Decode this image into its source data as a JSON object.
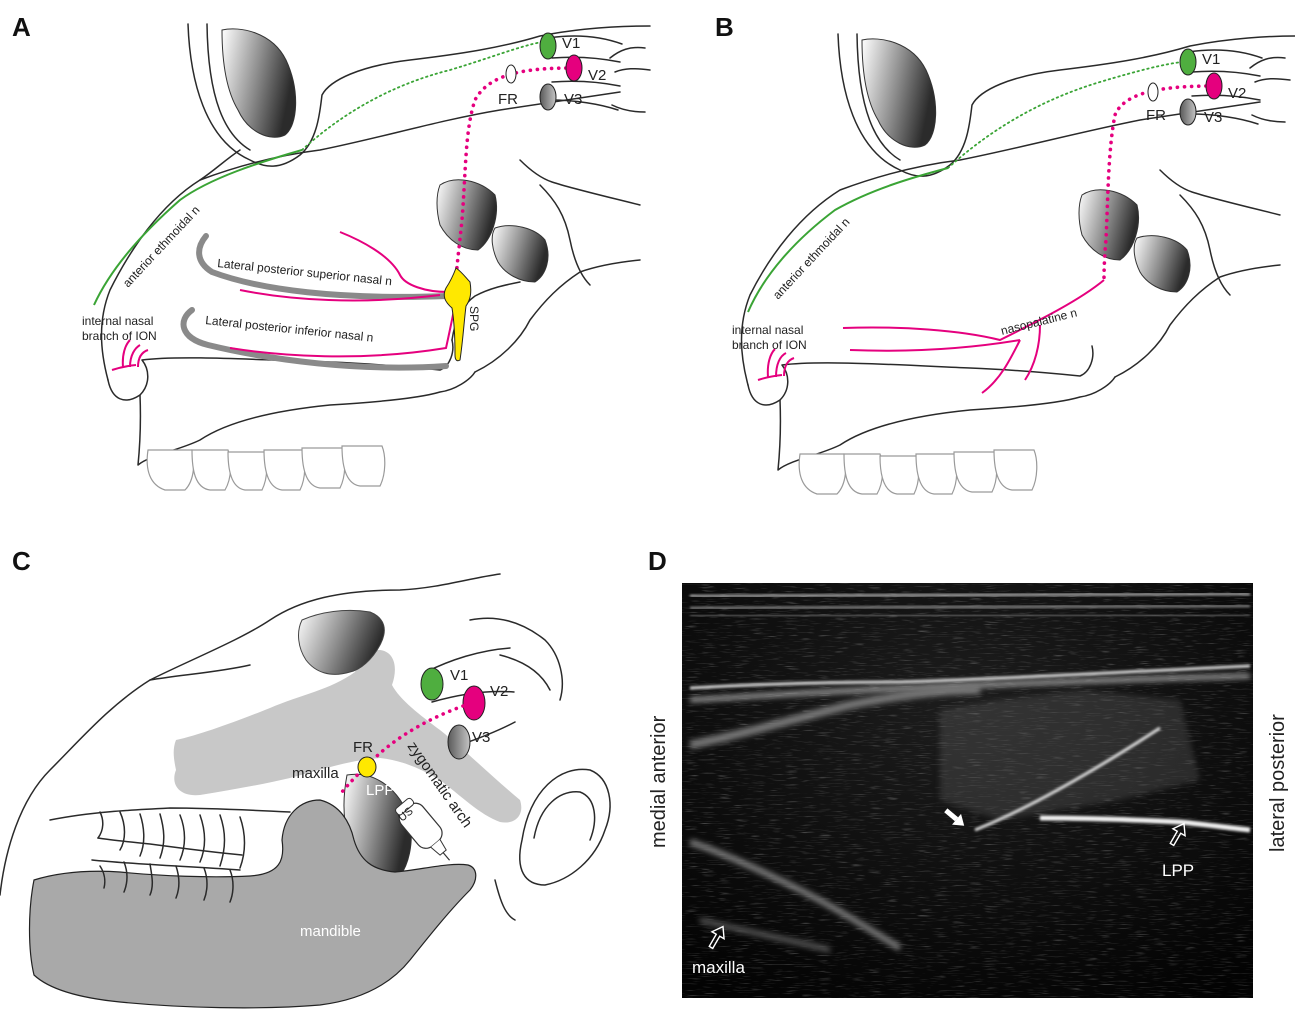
{
  "panels": {
    "A": {
      "label": "A",
      "nerves": {
        "v1": "V1",
        "v2": "V2",
        "v3": "V3",
        "fr": "FR"
      },
      "anterior_ethmoidal": "anterior ethmoidal n",
      "internal_nasal": [
        "internal nasal",
        "branch of ION"
      ],
      "lat_post_sup": "Lateral posterior superior nasal n",
      "lat_post_inf": "Lateral posterior inferior nasal n",
      "spg": "SPG"
    },
    "B": {
      "label": "B",
      "nerves": {
        "v1": "V1",
        "v2": "V2",
        "v3": "V3",
        "fr": "FR"
      },
      "anterior_ethmoidal": "anterior ethmoidal n",
      "internal_nasal": [
        "internal nasal",
        "branch of ION"
      ],
      "nasopalatine": "nasopalatine n"
    },
    "C": {
      "label": "C",
      "nerves": {
        "v1": "V1",
        "v2": "V2",
        "v3": "V3",
        "fr": "FR"
      },
      "maxilla": "maxilla",
      "lpp": "LPP",
      "zygomatic": "zygomatic arch",
      "us": "US",
      "mandible": "mandible"
    },
    "D": {
      "label": "D",
      "left_side": "medial anterior",
      "right_side": "lateral posterior",
      "lpp": "LPP",
      "maxilla": "maxilla"
    }
  },
  "colors": {
    "v1": "#4fae3f",
    "v2": "#e5007e",
    "v3": "#8c8c8c",
    "spg": "#ffe800",
    "bone": "#c8c8c8",
    "mandible": "#a9a9a9",
    "ultrasound_bg": "#060606"
  },
  "icons": [
    "hollow-arrow-icon",
    "solid-arrow-icon",
    "ultrasound-probe-icon"
  ]
}
